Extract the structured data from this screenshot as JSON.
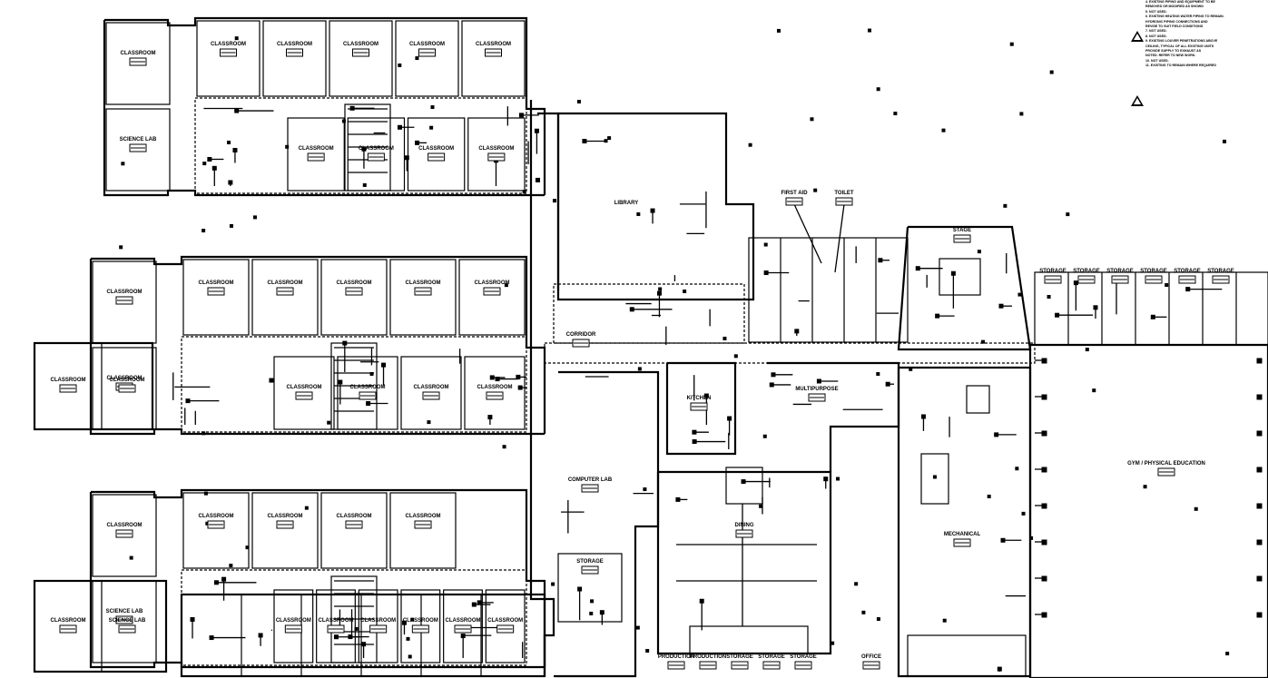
{
  "drawing": {
    "wings": [
      {
        "north_rooms": [
          "CLASSROOM",
          "CLASSROOM",
          "CLASSROOM",
          "CLASSROOM",
          "CLASSROOM",
          "CLASSROOM"
        ],
        "west_rooms": [
          "CLASSROOM",
          "SCIENCE LAB"
        ],
        "south_rooms": [
          "CLASSROOM",
          "CLASSROOM",
          "CLASSROOM",
          "CLASSROOM"
        ]
      },
      {
        "north_rooms": [
          "CLASSROOM",
          "CLASSROOM",
          "CLASSROOM",
          "CLASSROOM",
          "CLASSROOM",
          "CLASSROOM"
        ],
        "west_rooms": [
          "CLASSROOM",
          "CLASSROOM"
        ],
        "south_rooms": [
          "CLASSROOM",
          "CLASSROOM",
          "CLASSROOM",
          "CLASSROOM"
        ]
      },
      {
        "north_rooms": [
          "CLASSROOM",
          "CLASSROOM",
          "CLASSROOM",
          "CLASSROOM",
          "CLASSROOM"
        ],
        "west_rooms": [
          "CLASSROOM",
          "SCIENCE LAB"
        ],
        "south_rooms": [
          "CLASSROOM",
          "CLASSROOM",
          "CLASSROOM",
          "CLASSROOM",
          "CLASSROOM",
          "CLASSROOM"
        ]
      }
    ],
    "center": {
      "library": "LIBRARY",
      "computer_lab": "COMPUTER LAB",
      "kitchen": "KITCHEN",
      "dining": "DINING",
      "multipurpose": "MULTIPURPOSE",
      "production": "PRODUCTION",
      "office": "OFFICE",
      "mechanical": "MECHANICAL",
      "gym": "GYM / PHYSICAL EDUCATION",
      "first_aid": "FIRST AID",
      "toilet": "TOILET",
      "storage": "STORAGE",
      "corridor": "CORRIDOR",
      "stage": "STAGE"
    },
    "notes": [
      "4. EXISTING PIPING AND EQUIPMENT TO BE",
      "   REMOVED OR MODIFIED AS SHOWN",
      "5. NOT USED.",
      "6. EXISTING HEATING WATER PIPING TO REMAIN.",
      "   HYDRONIC PIPING CONNECTIONS AND",
      "   REVISE TO SUIT FIELD CONDITIONS",
      "7. NOT USED.",
      "8. NOT USED.",
      "9. EXISTING LOUVER PENETRATIONS ABOVE",
      "   CEILING, TYPICAL OF ALL EXISTING UNITS",
      "   PROVIDE SUPPLY TO EXHAUST AS",
      "   NOTED. REFER TO NEW WORK.",
      "10. NOT USED.",
      "11. EXISTING TO REMAIN WHERE REQUIRED"
    ]
  }
}
